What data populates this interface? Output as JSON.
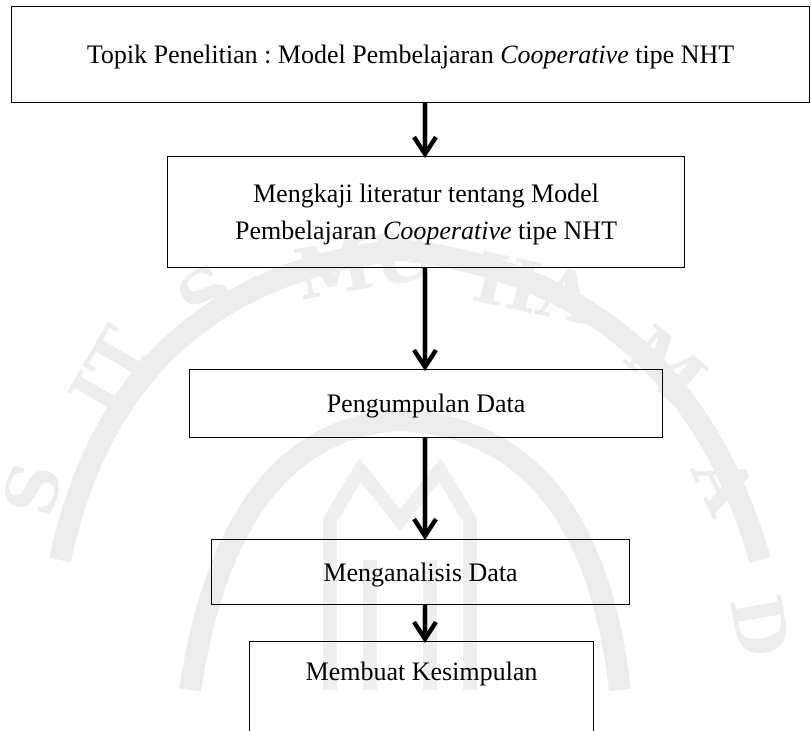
{
  "flowchart": {
    "steps": [
      {
        "id": "topic",
        "text_before": "Topik Penelitian : Model Pembelajaran ",
        "text_italic": "Cooperative",
        "text_after": " tipe NHT"
      },
      {
        "id": "literature",
        "text_before": "Mengkaji literatur tentang Model Pembelajaran ",
        "text_italic": "Cooperative",
        "text_after": " tipe NHT"
      },
      {
        "id": "data-collection",
        "text": "Pengumpulan Data"
      },
      {
        "id": "data-analysis",
        "text": "Menganalisis Data"
      },
      {
        "id": "conclusion",
        "text": "Membuat Kesimpulan"
      }
    ]
  },
  "colors": {
    "stroke": "#000000",
    "watermark": "#e9e9e9"
  }
}
